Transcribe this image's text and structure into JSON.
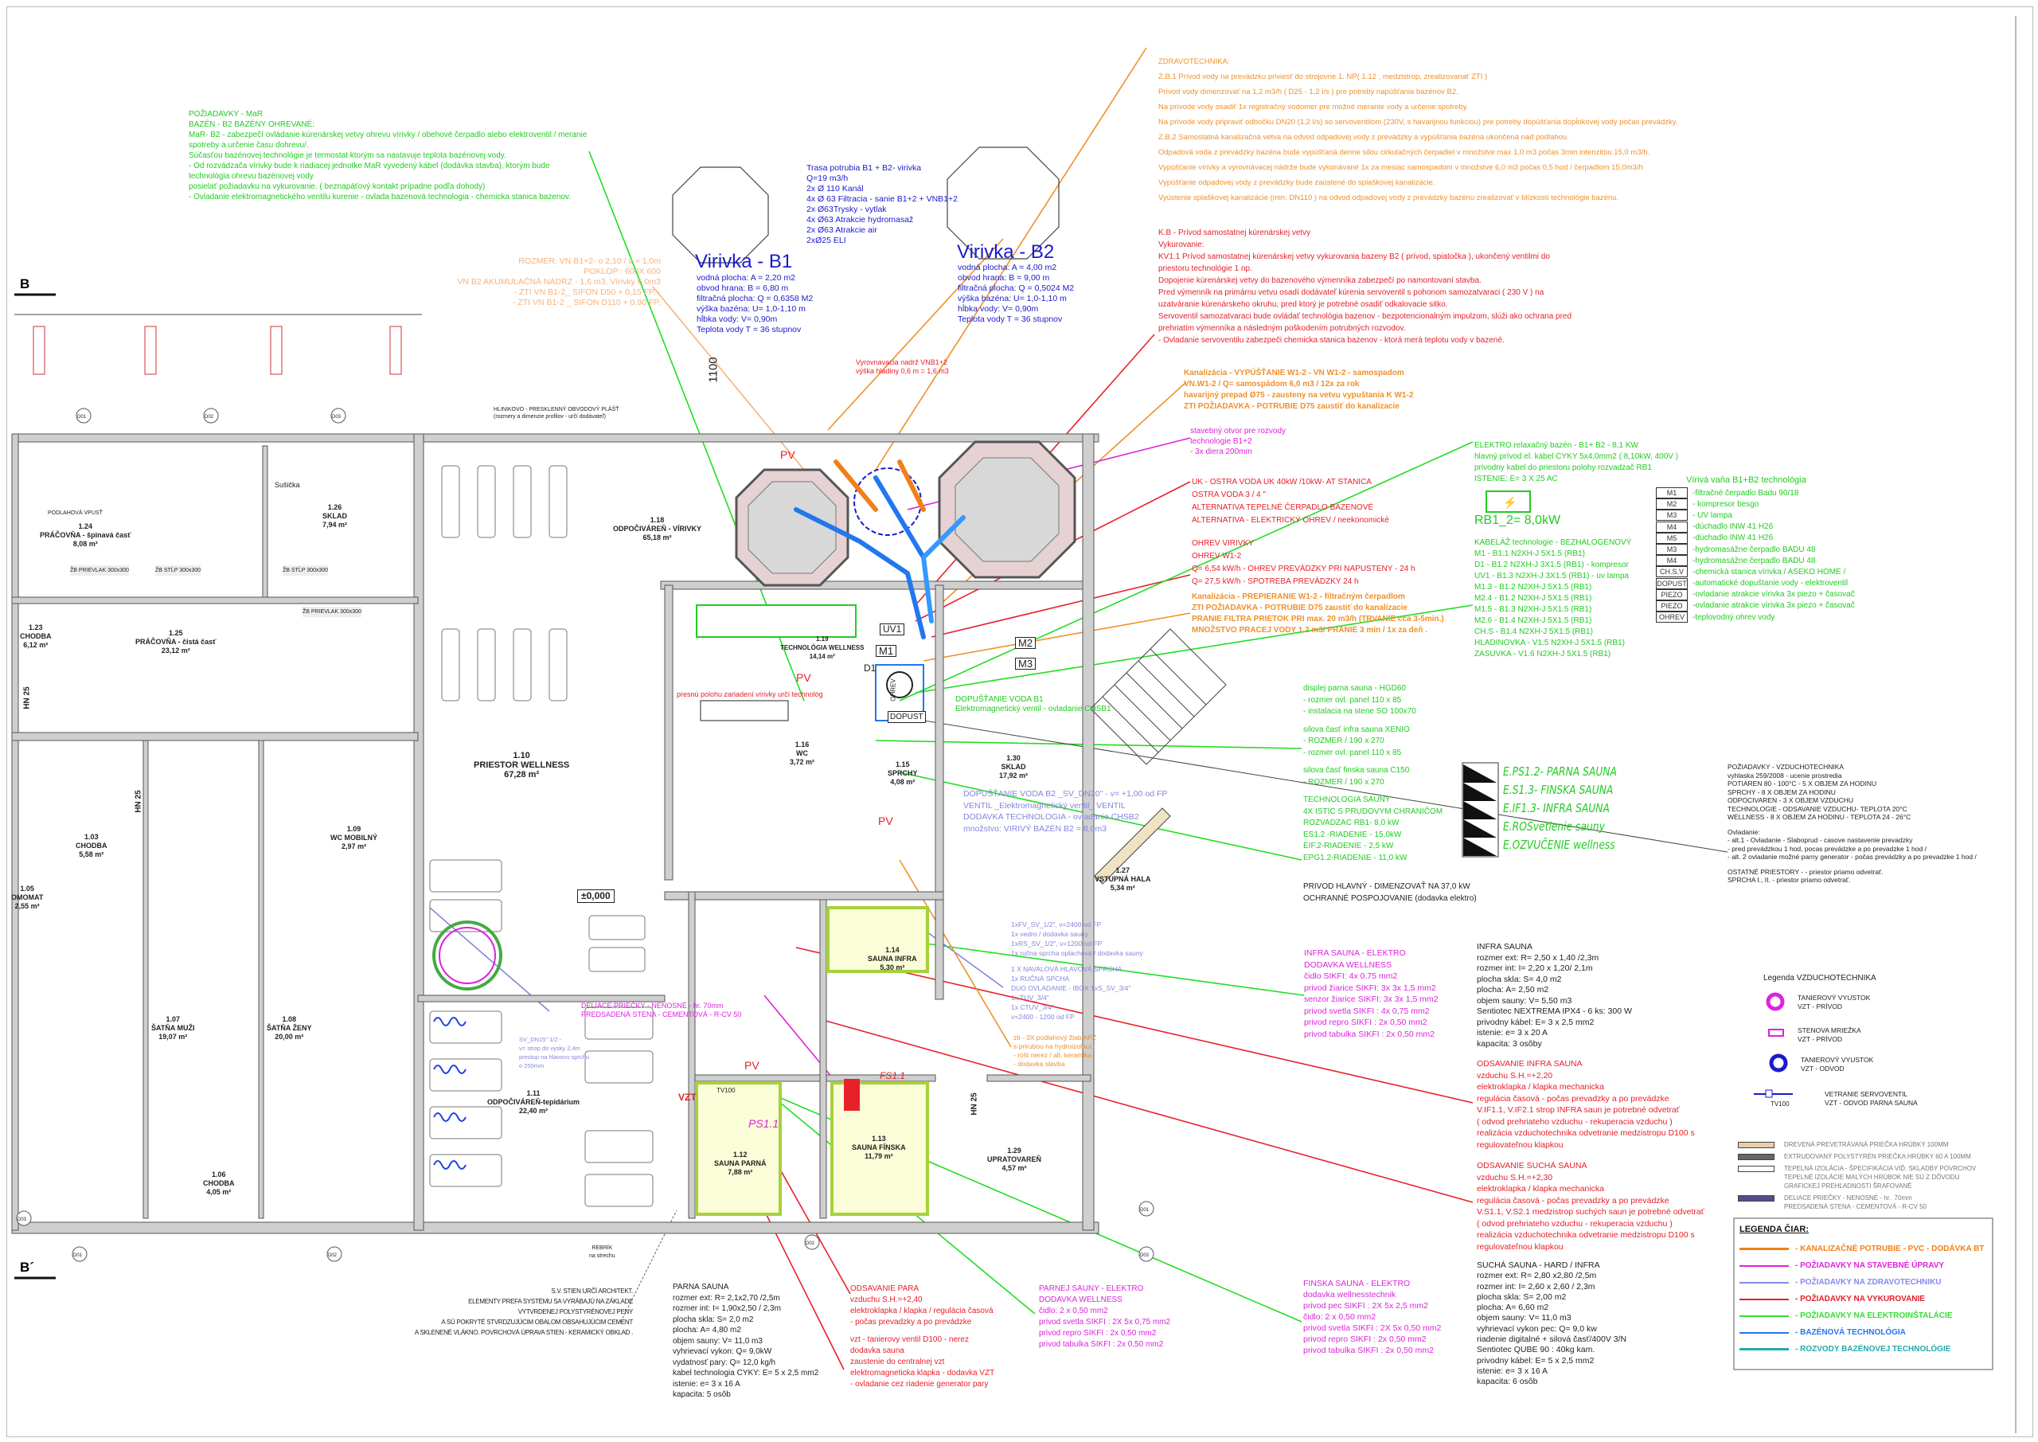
{
  "section_marks": {
    "top": "B",
    "bottom": "B´"
  },
  "mar": {
    "lines": [
      "POŽIADAVKY - MaR",
      "BAZÉN - B2 BAZÉNY OHREVANÉ:",
      "MaR- B2 -  zabezpečí ovládanie kúrenárskej vetvy ohrevu vírivky / obehové čerpadlo alebo elektroventil / meranie",
      "spotreby a určenie času dohrevu/.",
      "Súčasťou bazénovej technológie je termostat ktorým sa nastavuje teplota bazénovej vody.",
      "- Od rozvádzača vírivky bude k riadiacej jednotke MaR vyvedený kábel (dodávka stavba), ktorým bude",
      "technológia ohrevu bazénovej vody",
      " posielať požiadavku na vykurovanie. ( beznapäťový kontakt prípadne podľa dohody)",
      "- Ovladanie elektromagnetického ventilu kurenie - ovlada bazenová technologia - chemicka stanica bazenov."
    ]
  },
  "zti": {
    "lines": [
      "ZDRAVOTECHNIKA:",
      "Z.B.1 Prívod vody na prevádzku priviesť do strojovne 1. NP( 1.12 , medzistrop, zrealizovanať ZTI )",
      "Prívod vody dimenzovať na 1,2 m3/h ( D25 - 1,2 l/s ) pre potreby napúšťania bazénov B2.",
      "                                  Na prívode vody osadiť 1x registračný vodomer pre možné meranie vody a určenie spotreby.",
      "Na prívode vody pripraviť odbočku DN20 (1,2 l/s) so servoventilom (230V, s havarijnou funkciou) pre potreby dopúšťania dopĺnkovej vody počas prevádzky.",
      "Z.B.2   Samostatná kanalizačná vetva na odvod odpadovej vody z prevádzky a vypúšťania bazéna ukončená nad podlahou.",
      "Odpadová voda z prevádzky bazéna bude vypúšťaná denne silou cirkulačných čerpadiel v množstve max 1,0 m3 počas 3min intenzitou 15,0 m3/h.",
      "Vypúšťanie vírivky a vyrovnávacej nádrže bude vykonávané 1x za mesiac samospadom v množstve 6,0 m3 počas 0,5 hod / čerpadlom 15,0m3/h",
      "Vypúšťanie odpadovej vody z prevádzky bude zaústené do splaškovej kanalizácie.",
      "Vyústenie splaškovej kanalizácie (min. DN110 ) na odvod odpadovej vody z prevádzky bazénu zrealizovať v blízkosti technológie bazénu."
    ]
  },
  "trasa": {
    "lines": [
      "Trasa potrubia B1 + B2- virivka",
      "Q=19 m3/h",
      "2x Ø 110 Kanál",
      "4x Ø 63 Filtracia - sanie B1+2 + VNB1+2",
      "2x Ø63Trysky - vytlak",
      "4x Ø63 Atrakcie hydromasaž",
      "2x Ø63 Atrakcie air",
      "2xØ25 ELI"
    ]
  },
  "b1": {
    "title": "Virivka - B1",
    "lines": [
      "vodná plocha: A = 2,20 m2",
      "obvod hrana: B =  6,80 m",
      "filtračná plocha: Q = 0,6358 M2",
      "výška bazéna: U= 1,0-1,10 m",
      "hĺbka vody: V= 0,90m",
      "Teplota vody  T = 36 stupnov"
    ]
  },
  "b2": {
    "title": "Virivka - B2",
    "lines": [
      "vodná plocha: A = 4,00 m2",
      "obvod hrana: B =  9,00 m",
      "filtračná plocha: Q = 0,5024 M2",
      "výška bazéna: U= 1,0-1,10 m",
      "hĺbka vody: V= 0,90m",
      "Teplota vody  T = 36 stupnov"
    ]
  },
  "rozmer": {
    "lines": [
      "ROZMER: VN B1+2- o 2,10 / v = 1,0m",
      "POKLOP : 600X 600",
      "VN B2 AKUMULAČNÁ NÁDRZ - 1,6 m3, Vírivky 6,0m3",
      "- ZTI VN B1-2_ SIFON D50 + 0,15 FP. -",
      "- ZTI VN B1-2 _ SIFON D110 + 0,90 FP."
    ]
  },
  "section_dim": "1100",
  "vyrovnavacia": {
    "lines": [
      "Vyrovnavacia nadrž VNB1+2",
      "výška hladiny 0,6 m = 1,6 m3"
    ]
  },
  "hlinik": {
    "lines": [
      "HLINIKOVO - PRESKLENNÝ OBVODOVÝ PLÁŠŤ",
      "(rozmery a dimenzie profilov - určí dodávateľ)"
    ]
  },
  "kb": {
    "lines": [
      "K.B - Prívod samostatnej  kúrenárskej vetvy",
      "Vykurovanie:",
      "KV1.1   Prívod samostatnej  kúrenárskej vetvy vykurovania bazeny B2 ( prívod, spiatočka ), ukončený ventilmi do",
      "priestoru technológie 1 np.",
      "Dopojenie kúrenárskej vetvy do bazenového výmenníka zabezpečí po namontovaní stavba.",
      "Pred výmenník na primárnu vetvu osadí dodávateľ kúrenia servoventil s pohonom samozatvaraci ( 230 V ) na",
      "uzatváranie kúrenárskeho okruhu, pred ktorý je potrebné osadiť odkalovacie sitko.",
      " Servoventil samozatvaraci bude ovládať technológia bazenov - bezpotencionalným impulzom, slúži ako ochrana pred",
      "prehriatím výmenníka a následným poškodením potrubných rozvodov.",
      "- Ovladanie servoventilu zabezpeči chemicka stanica bazenov - ktorá merá teplotu vody v bazené."
    ]
  },
  "kan1": {
    "lines": [
      "Kanalizácia - VYPÚŠŤANIE W1-2 - VN W1-2 - samospadom",
      "VN.W1-2 / Q= samospádom 6,0 m3 / 12x za rok",
      "havarijný prepad Ø75 - zausteny na vetvu vypuštania K W1-2",
      "ZTI POŽIADAVKA - POTRUBIE D75 zaustiť do kanalizacie"
    ]
  },
  "otvor": {
    "lines": [
      "stavebný otvor pre rozvody",
      "technologie B1+2",
      "- 3x diera 200mm"
    ]
  },
  "uk": {
    "lines": [
      "UK - OSTRA VODA UK 40kW /10kW- AT STANICA",
      "OSTRA VODA  3 / 4 \"",
      "ALTERNATIVA TEPELNÉ ČERPADLO BAZENOVÉ",
      "ALTERNATIVA - ELEKTRICKÝ OHREV / neekonomické"
    ]
  },
  "ohrev": {
    "lines": [
      "OHREV VIRIVKY",
      "OHREV W1-2",
      "Q= 6,54 kW/h - OHREV PREVÁDZKY PRI NAPUSTENY - 24 h",
      "Q= 27,5 kW/h - SPOTREBA PREVÁDZKY 24 h"
    ]
  },
  "kan2": {
    "lines": [
      "Kanalizácia - PREPIERANIE W1-2 - filtračným čerpadlom",
      "ZTI POŽIADAVKA - POTRUBIE D75 zaustiť do kanalizacie",
      "PRANIE FILTRA PRIETOK PRI max. 20 m3/h (TRVANIE cca 3-5min.)",
      "MNOŽSTVO PRACEJ VODY 1,2 m3/ PRANIE 3 min / 1x za deň ."
    ]
  },
  "elektro": {
    "lines": [
      "ELEKTRO relaxačný bazén - B1+ B2 - 8,1 KW",
      "hlavný prívod el. kábel CYKY 5x4,0mm2 ( 8,10kW, 400V )",
      "privodny kabel do priestoru polohy rozvadzač RB1",
      "ISTENIE: E= 3 X 25 AC"
    ],
    "rb_label": "RB1_2=  8,0kW"
  },
  "kabelaz": {
    "lines": [
      "KABELÁŽ technologie - BEZHALOGENOVÝ",
      "M1 - B1.1 N2XH-J 5X1.5 (RB1)",
      "D1 - B1.2 N2XH-J 3X1.5 (RB1) - kompresor",
      "UV1 - B1.3 N2XH-J 3X1.5 (RB1) - uv lampa",
      "M1.3 - B1.2 N2XH-J 5X1.5 (RB1)",
      "M2.4 - B1.2 N2XH-J 5X1.5 (RB1)",
      "M1.5 - B1.3 N2XH-J 5X1.5 (RB1)",
      "M2.6 - B1.4 N2XH-J 5X1.5 (RB1)",
      "CH.S - B1.4 N2XH-J 5X1.5 (RB1)",
      "HLADINOVKA - V1.5 N2XH-J 5X1.5 (RB1)",
      "ZASUVKA - V1.6 N2XH-J 5X1.5 (RB1)"
    ]
  },
  "vana": {
    "title": "Vírivá vaňa B1+B2 technológia",
    "items": [
      {
        "sym": "M1",
        "text": "-filtračné čerpadlo Badu 90/18"
      },
      {
        "sym": "M2",
        "text": "- kompresor besgo"
      },
      {
        "sym": "M3",
        "text": "- UV lampa"
      },
      {
        "sym": "M4",
        "text": "-dúchadlo INW 41 H26"
      },
      {
        "sym": "M5",
        "text": "-dúchadlo INW 41 H26"
      },
      {
        "sym": "M3",
        "text": "-hydromasážne čerpadlo BADU 48"
      },
      {
        "sym": "M4",
        "text": "-hydromasážne čerpadlo BADU 48"
      },
      {
        "sym": "CH.S.V",
        "text": "-chemická stanica vírivka / ASEKO HOME /"
      },
      {
        "sym": "DOPUST",
        "text": "-automatické dopuštanie vody - elektroventil"
      },
      {
        "sym": "PIEZO",
        "text": "-ovladanie atrakcie vírivka 3x piezo + časovač"
      },
      {
        "sym": "PIEZO",
        "text": "-ovladanie atrakcie vírivka 3x piezo + časovač"
      },
      {
        "sym": "OHREV",
        "text": "-teplovodný ohrev vody"
      }
    ]
  },
  "sauna_el": {
    "lines": [
      "displej parna sauna - HGD60",
      "- rozmer ovl. panel 110 x 85",
      "- instalacia na stene SO 100x70",
      "",
      "silova časť infra sauna XENIO",
      "- ROZMER / 190 x 270",
      "- rozmer ovl. panel 110 x 85",
      "",
      "silova časť finska sauna C150",
      "- ROZMER / 190 x 270",
      "",
      "TECHNOLOGIA SAUNY",
      "4X ISTIC S PRUDOVYM CHRANIČOM",
      "ROZVADZAC RB1- 8,0 kW",
      "ES1.2 -RIADENIE - 15,0kW",
      "EIF.2-RIADENIE - 2,5 kW",
      "EPG1.2-RIADENIE - 11,0 kW"
    ],
    "main": [
      "PRIVOD HLAVNÝ - DIMENZOVAŤ NA 37,0 kW",
      "OCHRANNÉ POSPOJOVANIE  (dodavka elektro)"
    ]
  },
  "tags": [
    "E.PS1.2- PARNA SAUNA",
    "E.S1.3- FINSKA SAUNA",
    "E.IF1.3- INFRA SAUNA",
    "E.ROSvetlenie sauny",
    "E.OZVUČENIE wellness"
  ],
  "vzt": {
    "lines": [
      "POŽIADAVKY - VZDUCHOTECHNIKA",
      "vyhlaska 259/2008 - ucenie prostredia",
      "POTIAREN 80 - 100°C - 5 X OBJEM ZA HODINU",
      "SPRCHY - 8 X OBJEM ZA HODINU",
      "ODPOCIVAREN - 3 X OBJEM VZDUCHU",
      "TECHNOLOGIE - ODSAVANIE VZDUCHU- TEPLOTA 20°C",
      "WELLNESS - 8 X OBJEM ZA HODINU - TEPLOTA 24 - 26°C",
      "",
      "Ovladanie:",
      "- alt.1 - Ovladanie - Slaboprud - casove nastavenie prevadzky",
      "- pred prevádzkou 1 hod, pocas prevádzke a po prevadzke 1 hod /",
      "- alt. 2 ovladanie možné parny generator - počas prevádzky a po prevadzke 1 hod /",
      "",
      "OSTATNÉ PRIESTORY - - priestor priamo odvetrať.",
      "SPRCHA I., II.  - priestor priamo odvetrať."
    ]
  },
  "infra_el": {
    "lines": [
      "INFRA SAUNA - ELEKTRO",
      "DODAVKA WELLNESS",
      "čidlo SIKFI: 4x 0,75 mm2",
      "privod žiarice SIKFI: 3x 3x 1,5 mm2",
      "senzor žiarice SIKFI: 3x 3x 1,5 mm2",
      "privod svetla SIKFI : 4x 0,75 mm2",
      "privod repro SIKFI :  2x 0,50 mm2",
      "privod tabulka SIKFI :  2x 0,50 mm2"
    ]
  },
  "infra": {
    "lines": [
      "INFRA SAUNA",
      "rozmer ext: R= 2,50 x 1,40 /2,3m",
      "rozmer int: I= 2,20 x 1,20/ 2,1m",
      "plocha skla: S= 4,0 m2",
      "plocha: A= 2,50 m2",
      "objem sauny: V= 5,50 m3",
      "Sentiotec NEXTREMA IPX4 - 6 ks: 300 W",
      "privodny kábel: E= 3 x 2,5 mm2",
      "istenie: e= 3 x 20 A",
      "kapacita: 3 osôby"
    ]
  },
  "ods_infra": {
    "lines": [
      "ODSAVANIE INFRA SAUNA",
      "vzduchu S.H.=+2,20",
      "elektroklapka / klapka mechanicka",
      "regulácia časová - počas prevadzky a po prevádzke",
      "V.IF1.1, V.IF2.1 strop INFRA saun je potrebné odvetrať",
      "( odvod prehriateho vzduchu - rekuperacia vzduchu )",
      " realizácia vzduchotechnika odvetranie medzistropu D100 s",
      "regulovateľnou klapkou"
    ]
  },
  "ods_sucha": {
    "lines": [
      "ODSAVANIE SUCHÁ SAUNA",
      "vzduchu S.H.=+2,30",
      "elektroklapka / klapka mechanicka",
      "regulácia časová - počas prevadzky a po prevádzke",
      "V.S1.1, V.S2.1 medzistrop suchých saun je potrebné odvetrať",
      "( odvod prehriateho vzduchu - rekuperacia vzduchu )",
      " realizácia vzduchotechnika odvetranie medzistropu D100 s",
      "regulovateľnou klapkou"
    ]
  },
  "sucha": {
    "lines": [
      "SUCHÁ SAUNA - HARD / INFRA",
      "rozmer ext: R= 2,80 x2,80 /2,5m",
      "rozmer int: I= 2,60 x 2,60 / 2,3m",
      "plocha skla: S= 2,00 m2",
      "plocha: A= 6,60 m2",
      "objem sauny: V= 11,0 m3",
      "vyhrievací vykon pec: Q= 9,0 kw",
      "riadenie digitalné + silová časť/400V 3/N",
      "Sentiotec QUBE 90 : 40kg kam.",
      "privodny kábel: E= 5 x 2,5 mm2",
      "istenie: e= 3 x 16 A",
      "kapacita: 6  osôb"
    ]
  },
  "finska_el": {
    "lines": [
      "FINSKA SAUNA - ELEKTRO",
      "dodavka wellnesstechnik",
      "privod pec SIKFI : 2X 5x 2,5 mm2",
      "čidlo: 2 x 0,50 mm2",
      "privod svetla SIKFI : 2X 5x 0,50 mm2",
      "privod repro SIKFI :  2x 0,50 mm2",
      "privod tabulka SIKFI :  2x 0,50 mm2"
    ]
  },
  "parna": {
    "lines": [
      "PARNA SAUNA",
      "rozmer ext: R= 2,1x2,70 /2,5m",
      "rozmer int: I= 1,90x2,50 / 2,3m",
      "plocha skla: S= 2,0 m2",
      "plocha: A= 4,80 m2",
      "objem sauny: V= 11,0 m3",
      "vyhrievací vykon: Q= 9,0kW",
      "vydatnosť pary: Q= 12,0 kg/h",
      "kabel technologia CYKY: E= 5 x 2,5 mm2",
      "istenie: e= 3 x 16 A",
      "kapacita: 5 osôb"
    ]
  },
  "ods_para": {
    "lines": [
      "ODSAVANIE PARA",
      "vzduchu S.H.=+2,40",
      "elektroklapka / klapka / regulácia časová",
      "- počas prevadzky a po prevádzke",
      "",
      "vzt - tanierovy ventil D100 - nerez",
      "dodavka sauna",
      "zaustenie do centralnej vzt",
      "elektromagneticka klapka - dodavka VZT",
      "- ovladanie cez riadenie generator pary"
    ]
  },
  "parnej_el": {
    "lines": [
      "PARNEJ SAUNY - ELEKTRO",
      "DODAVKA WELLNESS",
      "čidlo: 2 x 0,50 mm2",
      "privod svetla SIKFI : 2X 5x 0,75 mm2",
      "privod repro SIKFI :  2x 0,50 mm2",
      "privod tabulka SIKFI :  2x 0,50 mm2"
    ]
  },
  "stena": {
    "lines": [
      "S.V. STIEN URČÍ ARCHITEKT.",
      "ELEMENTY PREFA SYSTÉMU SA VYRÁBAJÚ NA ZÁKLADE",
      "VYTVRDENEJ POLYSTYRÉNOVEJ PENY",
      "A SÚ POKRYTÉ STVRDZUJÚCIM OBALOM OBSAHUJÚCIM CEMENT",
      "A SKLENENÉ VLÁKNO. POVRCHOVÁ ÚPRAVA STIEN - KERAMICKÝ OBKLAD ."
    ]
  },
  "rebrik": {
    "lines": [
      "REBRÍK",
      "na strechu"
    ]
  },
  "dopustanie": {
    "lines": [
      "DOPUŠŤANIE VODA B2 _SV_DN20\" - v= +1,00 od FP",
      "VENTIL _Elektromagnetický ventil_ VENTIL",
      "DODAVKA TECHNOLOGIA - ovladanie CHSB2",
      "množstvo: VIRIVÝ BAZÉN  B2 = 8,0m3"
    ]
  },
  "dopustanie_b1": {
    "lines": [
      "DOPUŠŤANIE VODA B1",
      "Elektromagnetický ventil - ovladanie CHSB1"
    ]
  },
  "sprchy": {
    "lines": [
      "1xFV_SV_1/2\", v=2400 od FP",
      "1x vedro / dodavka sauny",
      "1xRS_SV_1/2\", v=1200 od FP",
      "1x ručna sprcha oplachová / dodavka sauny",
      "",
      "1 X NAVALOVÁ HLAVOVÁ SPRCHA",
      "1x RUČNÁ SPCHA",
      "DUO OVLADANIE - IBOX 1xS_SV_3/4\"",
      "1x TUV_3/4\"",
      "1x CTUV_3/4\"",
      "v=2400 - 1200 od FP"
    ]
  },
  "zti_zlab": {
    "lines": [
      "zti - 3X podlahový žlab APZ",
      "s prirubou na hydroizolaciu",
      "- rošt nerez / alt. keramika",
      "- dodavka stavba"
    ]
  },
  "sv_dn15": {
    "lines": [
      "SV_DN15\" 1/2 -",
      "v= strop do vysky 2,4m",
      "prestup na hlavovu sprchu",
      "o 250mm"
    ]
  },
  "deliace": {
    "lines": [
      "DELIACE PRIEČKY - NENOSNÉ - hr.  70mm",
      "PREDSADENÁ STENA - CEMENTOVÁ - R-CV 50"
    ]
  },
  "tech_note": "presnú polohu zariadení vírivky určí technológ",
  "level": "±0,000",
  "rooms": [
    {
      "num": "1.24",
      "name": "PRÁČOVŇA - špinavá časť",
      "area": "8,08 m²"
    },
    {
      "num": "1.26",
      "name": "SKLAD",
      "area": "7,94 m²"
    },
    {
      "num": "1.18",
      "name": "ODPOČIVÁREŇ - VÍRIVKY",
      "area": "65,18 m²"
    },
    {
      "num": "1.23",
      "name": "CHODBA",
      "area": "6,12 m²"
    },
    {
      "num": "1.25",
      "name": "PRÁČOVŇA - čistá časť",
      "area": "23,12 m²"
    },
    {
      "num": "1.10",
      "name": "PRIESTOR WELLNESS",
      "area": "67,28 m²"
    },
    {
      "num": "1.03",
      "name": "CHODBA",
      "area": "5,58 m²"
    },
    {
      "num": "1.09",
      "name": "WC MOBILNÝ",
      "area": "2,97 m²"
    },
    {
      "num": "1.05",
      "name": "OMOMAT",
      "area": "2,55 m²"
    },
    {
      "num": "1.07",
      "name": "ŠATŇA MUŽI",
      "area": "19,07 m²"
    },
    {
      "num": "1.08",
      "name": "ŠATŇA ŽENY",
      "area": "20,00 m²"
    },
    {
      "num": "1.11",
      "name": "ODPOČIVÁREŇ-tepidárium",
      "area": "22,40 m²"
    },
    {
      "num": "1.06",
      "name": "CHODBA",
      "area": "4,05 m²"
    },
    {
      "num": "1.12",
      "name": "SAUNA PARNÁ",
      "area": "7,88 m²"
    },
    {
      "num": "1.13",
      "name": "SAUNA FÍNSKA",
      "area": "11,79 m²"
    },
    {
      "num": "1.14",
      "name": "SAUNA INFRA",
      "area": "5,30 m²"
    },
    {
      "num": "1.29",
      "name": "UPRATOVAREŇ",
      "area": "4,57 m²"
    },
    {
      "num": "1.27",
      "name": "VSTUPNÁ HALA",
      "area": "5,34 m²"
    },
    {
      "num": "1.30",
      "name": "SKLAD",
      "area": "17,92 m²"
    },
    {
      "num": "1.16",
      "name": "WC",
      "area": "3,72 m²"
    },
    {
      "num": "1.15",
      "name": "SPRCHY",
      "area": "4,08 m²"
    },
    {
      "num": "1.19",
      "name": "TECHNOLÓGIA WELLNESS",
      "area": "14,14 m²"
    }
  ],
  "plan_labels": {
    "susicka": "Sušička",
    "hn25": "HN 25",
    "podlahova": "PODLAHOVÁ VPUSŤ",
    "zb_prievlak": "ŽB PRIEVLAK 300x300",
    "zb_stlp": "ŽB STĹP 300x300",
    "pv": "PV",
    "vzt": "VZT",
    "m1": "M1",
    "m2": "M2",
    "m3": "M3",
    "uv1": "UV1",
    "d1": "D1",
    "dopust": "DOPUST",
    "ps11": "PS1.1",
    "fs11": "FS1.1",
    "tv100": "TV100",
    "ohrev": "OHREV"
  },
  "axis_tags": [
    "D01",
    "D02",
    "D03",
    "D01",
    "D02",
    "D03",
    "D01",
    "D02",
    "D03"
  ],
  "vzt_legend": {
    "title": "Legenda VZDUCHOTECHNIKA",
    "items": [
      {
        "a": "TANIEROVÝ VYUSTOK",
        "b": "VZT - PRÍVOD"
      },
      {
        "a": "STENOVA MRIEŽKA",
        "b": "VZT - PRÍVOD"
      },
      {
        "a": "TANIEROVÝ VYUSTOK",
        "b": "VZT - ODVOD"
      },
      {
        "a": "VETRANIE SERVOVENTIL",
        "b": "VZT - ODVOD PARNA SAUNA",
        "sym": "TV100"
      }
    ]
  },
  "material_legend": [
    {
      "text": "DREVENÁ PREVETRÁVANÁ PRIEČKA HRÚBKY 100MM",
      "color": "#e8cfa8"
    },
    {
      "text": "EXTRUDOVANÝ POLYSTYRÉN PRIEČKA HRÚBKY 60 A 100MM",
      "color": "#666666"
    },
    {
      "text": "TEPELNÁ IZOLÁCIA - ŠPECIFIKÁCIA VIĎ. SKLADBY POVRCHOV\nTEPELNÉ IZOLÁCIE MALÝCH HRÚBOK NIE SÚ Z DÔVODU\nGRAFICKEJ PREHĽADNOSTI ŠRAFOVANÉ",
      "color": "#ffffff"
    },
    {
      "text": "DELIACE PRIEČKY - NENOSNÉ - hr.  70mm\nPREDSADENÁ STENA - CEMENTOVÁ - R-CV 50",
      "color": "#5a4a8a"
    }
  ],
  "line_legend": {
    "title": "LEGENDA ČIAR:",
    "items": [
      {
        "text": "- KANALIZAČNÉ POTRUBIE - PVC - DODÁVKA BT",
        "color": "#f0801a"
      },
      {
        "text": "- POŽIADAVKY NA STAVEBNÉ ÚPRAVY",
        "color": "#dd22dd"
      },
      {
        "text": "- POŽIADAVKY NA ZDRAVOTECHNIKU",
        "color": "#8888ee"
      },
      {
        "text": "- POŽIADAVKY NA VYKUROVANIE",
        "color": "#e0202a"
      },
      {
        "text": "- POŽIADAVKY NA ELEKTROINŠTALÁCIE",
        "color": "#33dd33"
      },
      {
        "text": "- BAZÉNOVÁ TECHNOLÓGIA",
        "color": "#2277ee"
      },
      {
        "text": "- ROZVODY BAZÉNOVEJ TECHNOLÓGIE",
        "color": "#22aaaa"
      }
    ]
  }
}
